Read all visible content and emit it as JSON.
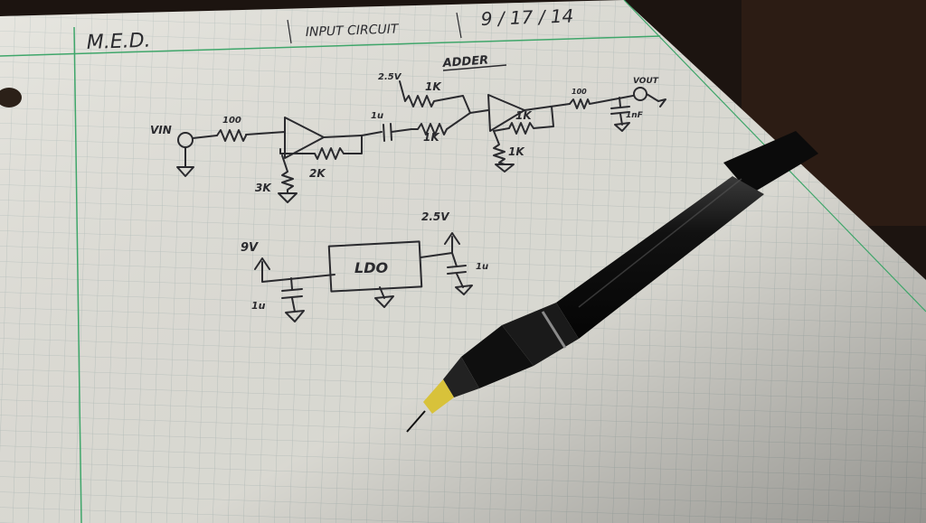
{
  "header": {
    "initials": "M.E.D.",
    "title": "INPUT CIRCUIT",
    "date": "9 / 17 / 14"
  },
  "schematic": {
    "section_title": "ADDER",
    "input_label": "VIN",
    "output_label": "VOUT",
    "r_input": "100",
    "r_ground": "3K",
    "r_feedback": "2K",
    "cap_coupling": "1u",
    "supply_adder": "2.5V",
    "r_adder_top": "1K",
    "r_adder_bottom": "1K",
    "r_adder_feedback": "1K",
    "r_adder_ground": "1K",
    "r_output": "100",
    "cap_output": "1nF"
  },
  "regulator": {
    "label": "LDO",
    "supply_in": "9V",
    "supply_out": "2.5V",
    "cap_in": "1u",
    "cap_out": "1u"
  },
  "colors": {
    "paper": "#e4e3dc",
    "grid": "#b9c3c0",
    "margin_line": "#3fa66a",
    "ink": "#2a2a2e",
    "pen_body": "#141414",
    "pen_tip": "#d8c23a"
  }
}
